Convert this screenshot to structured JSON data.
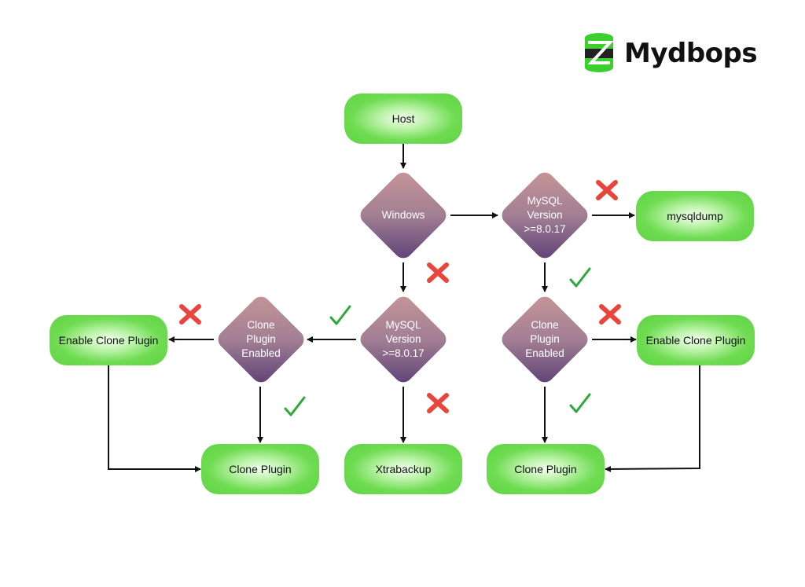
{
  "logo": {
    "text": "Mydbops"
  },
  "nodes": {
    "host": "Host",
    "windows": "Windows",
    "mysql_version_top": "MySQL\nVersion\n>=8.0.17",
    "mysqldump": "mysqldump",
    "mysql_version_mid": "MySQL\nVersion\n>=8.0.17",
    "clone_enabled_left": "Clone\nPlugin\nEnabled",
    "clone_enabled_right": "Clone\nPlugin\nEnabled",
    "enable_clone_left": "Enable Clone Plugin",
    "enable_clone_right": "Enable Clone Plugin",
    "clone_plugin_left": "Clone Plugin",
    "xtrabackup": "Xtrabackup",
    "clone_plugin_right": "Clone Plugin"
  },
  "colors": {
    "terminal_green": "#5fd344",
    "decision_top": "#c69696",
    "decision_bottom": "#5b3f75",
    "yes_mark": "#2ea83a",
    "no_mark": "#e8463c",
    "arrow": "#111111"
  },
  "icons": {
    "yes": "check-icon",
    "no": "cross-icon",
    "logo": "database-icon"
  }
}
